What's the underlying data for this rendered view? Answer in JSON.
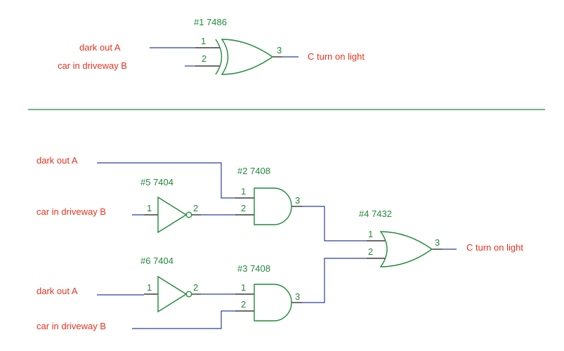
{
  "colors": {
    "label": "#e8321e",
    "gate": "#1f8a3a",
    "wire": "#2a3fa0",
    "lead": "#111111"
  },
  "top": {
    "chip_label": "#1  7486",
    "input_a": "dark out  A",
    "input_b": "car in driveway  B",
    "output": "C  turn on light",
    "pin_in1": "1",
    "pin_in2": "2",
    "pin_out": "3"
  },
  "bottom": {
    "input_a1": "dark out  A",
    "input_b1": "car in driveway  B",
    "input_a2": "dark out  A",
    "input_b2": "car in driveway  B",
    "output": "C  turn on light",
    "gate5": {
      "chip_label": "#5  7404",
      "pin_in": "1",
      "pin_out": "2"
    },
    "gate6": {
      "chip_label": "#6  7404",
      "pin_in": "1",
      "pin_out": "2"
    },
    "gate2": {
      "chip_label": "#2  7408",
      "pin_in1": "1",
      "pin_in2": "2",
      "pin_out": "3"
    },
    "gate3": {
      "chip_label": "#3  7408",
      "pin_in1": "1",
      "pin_in2": "2",
      "pin_out": "3"
    },
    "gate4": {
      "chip_label": "#4  7432",
      "pin_in1": "1",
      "pin_in2": "2",
      "pin_out": "3"
    }
  }
}
